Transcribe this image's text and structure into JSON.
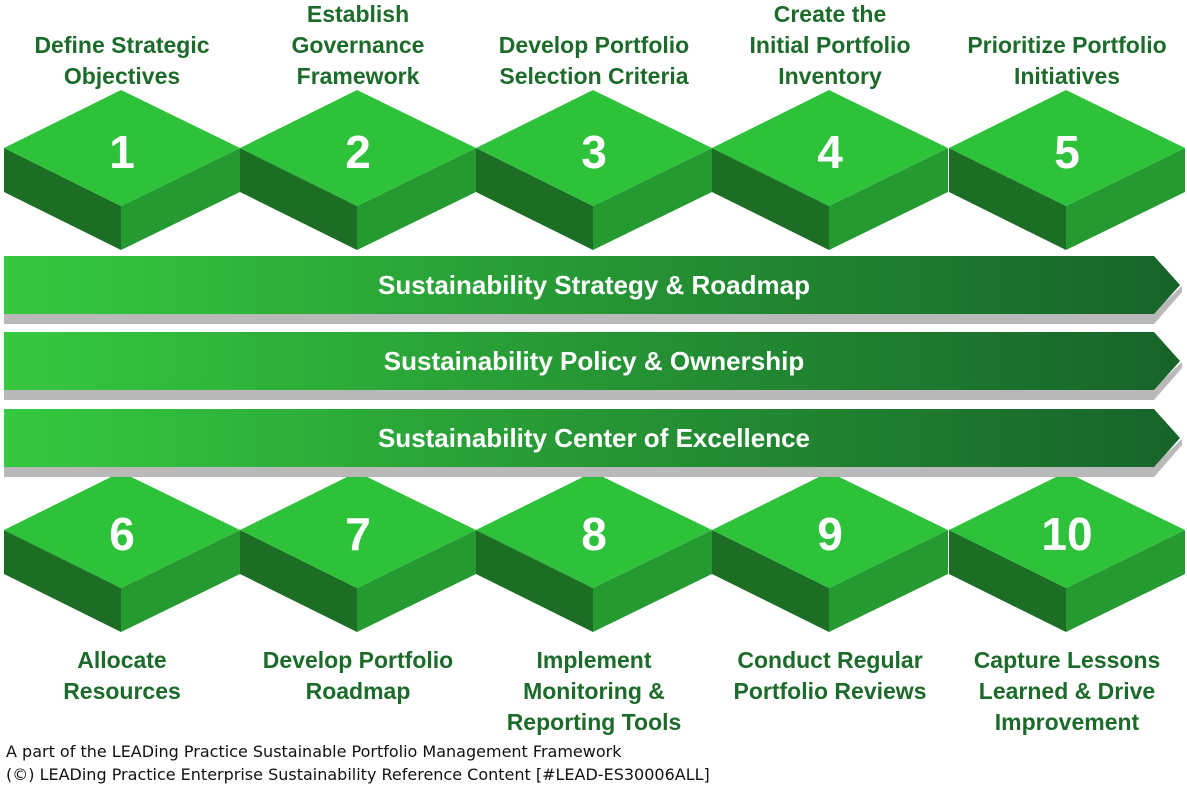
{
  "top_steps": [
    {
      "number": "1",
      "lines": [
        "Define Strategic",
        "Objectives"
      ]
    },
    {
      "number": "2",
      "lines": [
        "Establish",
        "Governance",
        "Framework"
      ]
    },
    {
      "number": "3",
      "lines": [
        "Develop Portfolio",
        "Selection Criteria"
      ]
    },
    {
      "number": "4",
      "lines": [
        "Create the",
        "Initial Portfolio",
        "Inventory"
      ]
    },
    {
      "number": "5",
      "lines": [
        "Prioritize Portfolio",
        "Initiatives"
      ]
    }
  ],
  "bottom_steps": [
    {
      "number": "6",
      "lines": [
        "Allocate",
        "Resources"
      ]
    },
    {
      "number": "7",
      "lines": [
        "Develop Portfolio",
        "Roadmap"
      ]
    },
    {
      "number": "8",
      "lines": [
        "Implement",
        "Monitoring &",
        "Reporting Tools"
      ]
    },
    {
      "number": "9",
      "lines": [
        "Conduct Regular",
        "Portfolio Reviews"
      ]
    },
    {
      "number": "10",
      "lines": [
        "Capture Lessons",
        "Learned & Drive",
        "Improvement"
      ]
    }
  ],
  "bars": [
    "Sustainability Strategy & Roadmap",
    "Sustainability Policy & Ownership",
    "Sustainability Center of Excellence"
  ],
  "footer": {
    "line1": "A part of the LEADing Practice Sustainable Portfolio Management Framework",
    "line2": "(©) LEADing Practice Enterprise Sustainability Reference Content [#LEAD-ES30006ALL]"
  },
  "colors": {
    "diamond_top": "#2ec23b",
    "diamond_left": "#1c6e24",
    "diamond_right": "#249a30",
    "label_text": "#1d6b2a",
    "bar_start": "#35c93f",
    "bar_end": "#17632a",
    "bar_shadow": "#b9b9b9"
  }
}
